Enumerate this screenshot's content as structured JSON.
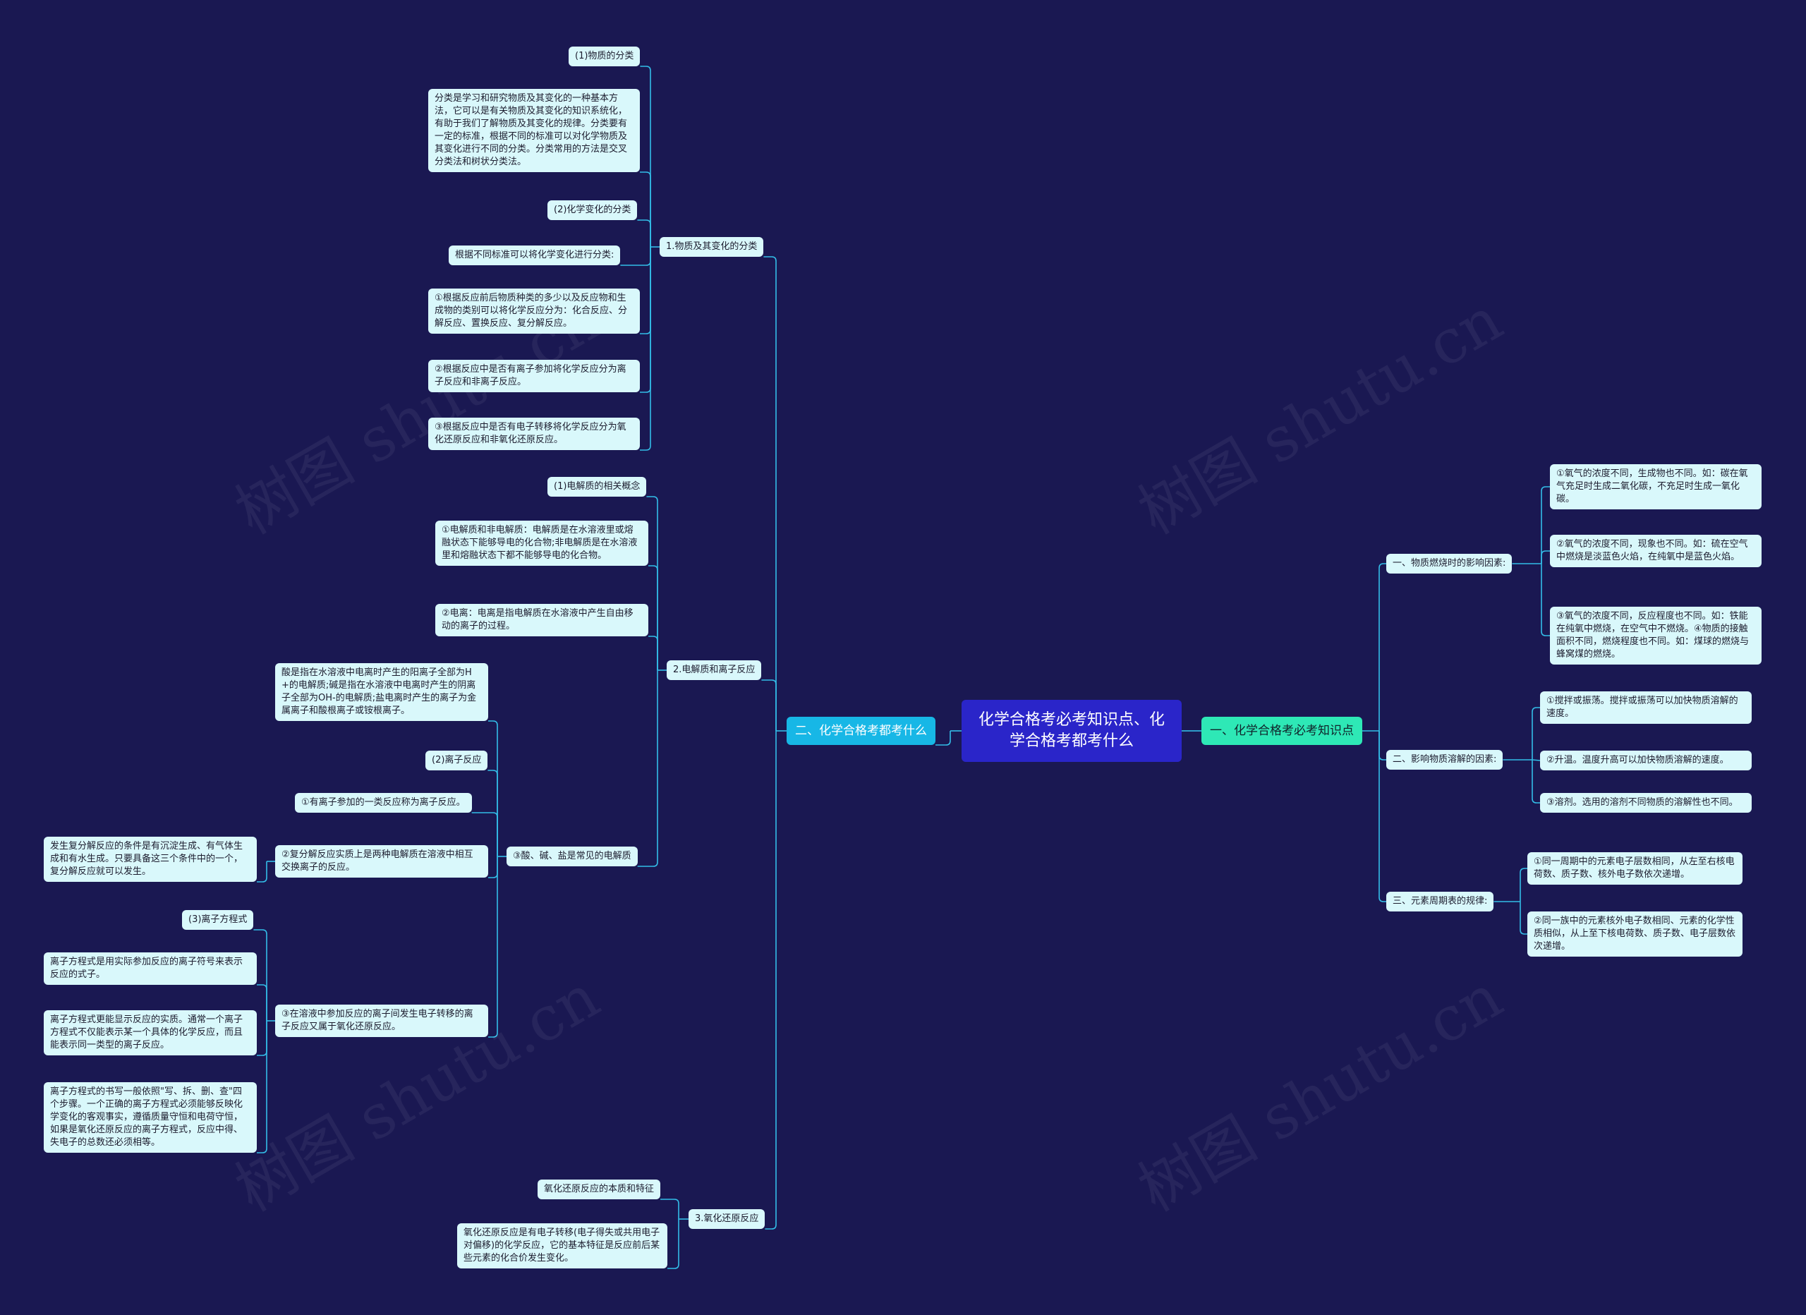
{
  "root": "化学合格考必考知识点、化学合格考都考什么",
  "right_branch": "一、化学合格考必考知识点",
  "left_branch": "二、化学合格考都考什么",
  "watermark": "树图 shutu.cn",
  "colors": {
    "background": "#1a1852",
    "root": "#2a25c9",
    "right_branch": "#2ee8b6",
    "left_branch": "#17b7e6",
    "leaf": "#d9f8fb",
    "line": "#33bde8"
  },
  "right": [
    {
      "label": "一、物质燃烧时的影响因素:",
      "children": [
        "①氧气的浓度不同，生成物也不同。如：碳在氧气充足时生成二氧化碳，不充足时生成一氧化碳。",
        "②氧气的浓度不同，现象也不同。如：硫在空气中燃烧是淡蓝色火焰，在纯氧中是蓝色火焰。",
        "③氧气的浓度不同，反应程度也不同。如：铁能在纯氧中燃烧，在空气中不燃烧。④物质的接触面积不同，燃烧程度也不同。如：煤球的燃烧与蜂窝煤的燃烧。"
      ]
    },
    {
      "label": "二、影响物质溶解的因素:",
      "children": [
        "①搅拌或振荡。搅拌或振荡可以加快物质溶解的速度。",
        "②升温。温度升高可以加快物质溶解的速度。",
        "③溶剂。选用的溶剂不同物质的溶解性也不同。"
      ]
    },
    {
      "label": "三、元素周期表的规律:",
      "children": [
        "①同一周期中的元素电子层数相同，从左至右核电荷数、质子数、核外电子数依次递增。",
        "②同一族中的元素核外电子数相同、元素的化学性质相似，从上至下核电荷数、质子数、电子层数依次递增。"
      ]
    }
  ],
  "left": {
    "s1": {
      "label": "1.物质及其变化的分类",
      "children": [
        "(1)物质的分类",
        "分类是学习和研究物质及其变化的一种基本方法，它可以是有关物质及其变化的知识系统化，有助于我们了解物质及其变化的规律。分类要有一定的标准，根据不同的标准可以对化学物质及其变化进行不同的分类。分类常用的方法是交叉分类法和树状分类法。",
        "(2)化学变化的分类",
        "根据不同标准可以将化学变化进行分类:",
        "①根据反应前后物质种类的多少以及反应物和生成物的类别可以将化学反应分为：化合反应、分解反应、置换反应、复分解反应。",
        "②根据反应中是否有离子参加将化学反应分为离子反应和非离子反应。",
        "③根据反应中是否有电子转移将化学反应分为氧化还原反应和非氧化还原反应。"
      ]
    },
    "s2": {
      "label": "2.电解质和离子反应",
      "direct": [
        "(1)电解质的相关概念",
        "①电解质和非电解质：电解质是在水溶液里或熔融状态下能够导电的化合物;非电解质是在水溶液里和熔融状态下都不能够导电的化合物。",
        "②电离：电离是指电解质在水溶液中产生自由移动的离子的过程。"
      ],
      "acid": {
        "label": "③酸、碱、盐是常见的电解质",
        "children": [
          "酸是指在水溶液中电离时产生的阳离子全部为H+的电解质;碱是指在水溶液中电离时产生的阴离子全部为OH-的电解质;盐电离时产生的离子为金属离子和酸根离子或铵根离子。",
          "(2)离子反应",
          "①有离子参加的一类反应称为离子反应。"
        ],
        "double": {
          "label": "②复分解反应实质上是两种电解质在溶液中相互交换离子的反应。",
          "child": "发生复分解反应的条件是有沉淀生成、有气体生成和有水生成。只要具备这三个条件中的一个，复分解反应就可以发生。"
        },
        "redox": {
          "label": "③在溶液中参加反应的离子间发生电子转移的离子反应又属于氧化还原反应。",
          "children": [
            "(3)离子方程式",
            "离子方程式是用实际参加反应的离子符号来表示反应的式子。",
            "离子方程式更能显示反应的实质。通常一个离子方程式不仅能表示某一个具体的化学反应，而且能表示同一类型的离子反应。",
            "离子方程式的书写一般依照\"写、拆、删、查\"四个步骤。一个正确的离子方程式必须能够反映化学变化的客观事实，遵循质量守恒和电荷守恒，如果是氧化还原反应的离子方程式，反应中得、失电子的总数还必须相等。"
          ]
        }
      }
    },
    "s3": {
      "label": "3.氧化还原反应",
      "children": [
        "氧化还原反应的本质和特征",
        "氧化还原反应是有电子转移(电子得失或共用电子对偏移)的化学反应，它的基本特征是反应前后某些元素的化合价发生变化。"
      ]
    }
  }
}
